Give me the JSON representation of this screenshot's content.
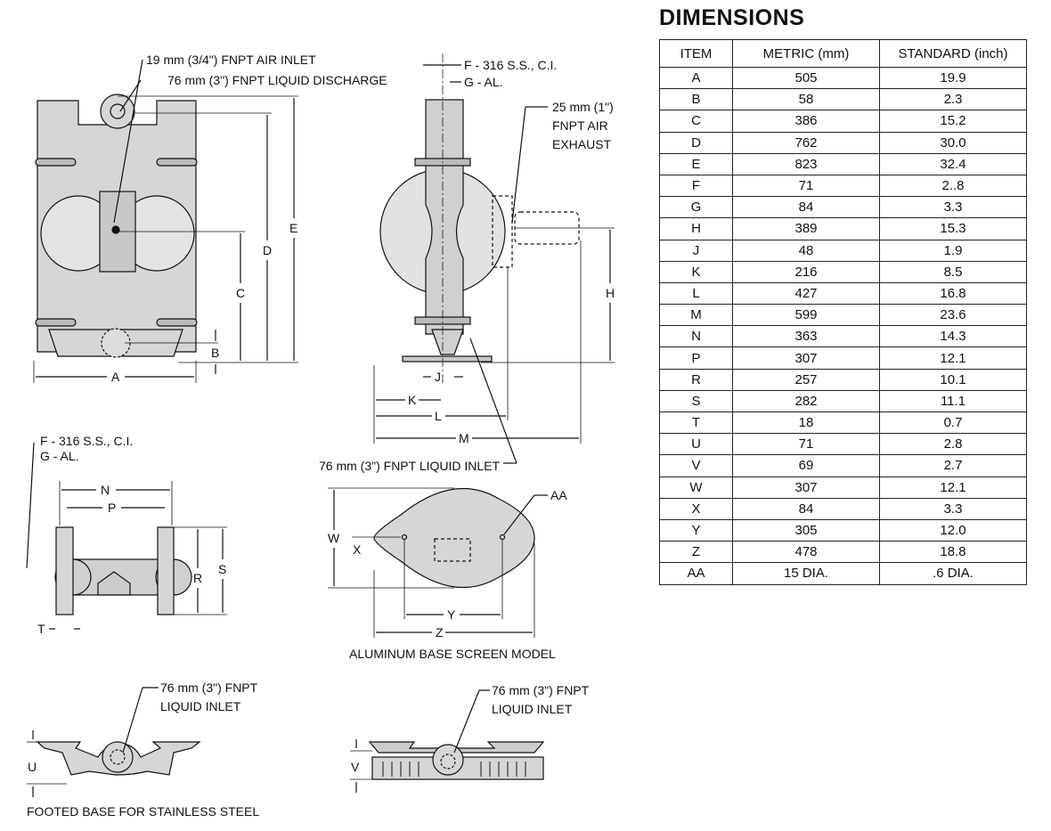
{
  "title": "DIMENSIONS",
  "table": {
    "headers": [
      "ITEM",
      "METRIC (mm)",
      "STANDARD (inch)"
    ],
    "rows": [
      [
        "A",
        "505",
        "19.9"
      ],
      [
        "B",
        "58",
        "2.3"
      ],
      [
        "C",
        "386",
        "15.2"
      ],
      [
        "D",
        "762",
        "30.0"
      ],
      [
        "E",
        "823",
        "32.4"
      ],
      [
        "F",
        "71",
        "2..8"
      ],
      [
        "G",
        "84",
        "3.3"
      ],
      [
        "H",
        "389",
        "15.3"
      ],
      [
        "J",
        "48",
        "1.9"
      ],
      [
        "K",
        "216",
        "8.5"
      ],
      [
        "L",
        "427",
        "16.8"
      ],
      [
        "M",
        "599",
        "23.6"
      ],
      [
        "N",
        "363",
        "14.3"
      ],
      [
        "P",
        "307",
        "12.1"
      ],
      [
        "R",
        "257",
        "10.1"
      ],
      [
        "S",
        "282",
        "11.1"
      ],
      [
        "T",
        "18",
        "0.7"
      ],
      [
        "U",
        "71",
        "2.8"
      ],
      [
        "V",
        "69",
        "2.7"
      ],
      [
        "W",
        "307",
        "12.1"
      ],
      [
        "X",
        "84",
        "3.3"
      ],
      [
        "Y",
        "305",
        "12.0"
      ],
      [
        "Z",
        "478",
        "18.8"
      ],
      [
        "AA",
        "15 DIA.",
        ".6 DIA."
      ]
    ]
  },
  "labels": {
    "air_inlet": "19 mm (3/4\") FNPT AIR INLET",
    "liquid_discharge": "76 mm (3\") FNPT LIQUID DISCHARGE",
    "f_material": "F - 316 S.S., C.I.",
    "g_material": "G - AL.",
    "exhaust_1": "25 mm (1\")",
    "exhaust_2": "FNPT AIR",
    "exhaust_3": "EXHAUST",
    "liquid_inlet_main": "76 mm (3\") FNPT LIQUID INLET",
    "aa": "AA",
    "screen_caption": "ALUMINUM BASE SCREEN MODEL",
    "inlet_1": "76 mm (3\") FNPT",
    "inlet_2": "LIQUID INLET",
    "footed_caption": "FOOTED BASE FOR STAINLESS STEEL"
  },
  "dims": {
    "A": "A",
    "B": "B",
    "C": "C",
    "D": "D",
    "E": "E",
    "H": "H",
    "J": "J",
    "K": "K",
    "L": "L",
    "M": "M",
    "N": "N",
    "P": "P",
    "R": "R",
    "S": "S",
    "T": "T",
    "U": "U",
    "V": "V",
    "W": "W",
    "X": "X",
    "Y": "Y",
    "Z": "Z"
  }
}
